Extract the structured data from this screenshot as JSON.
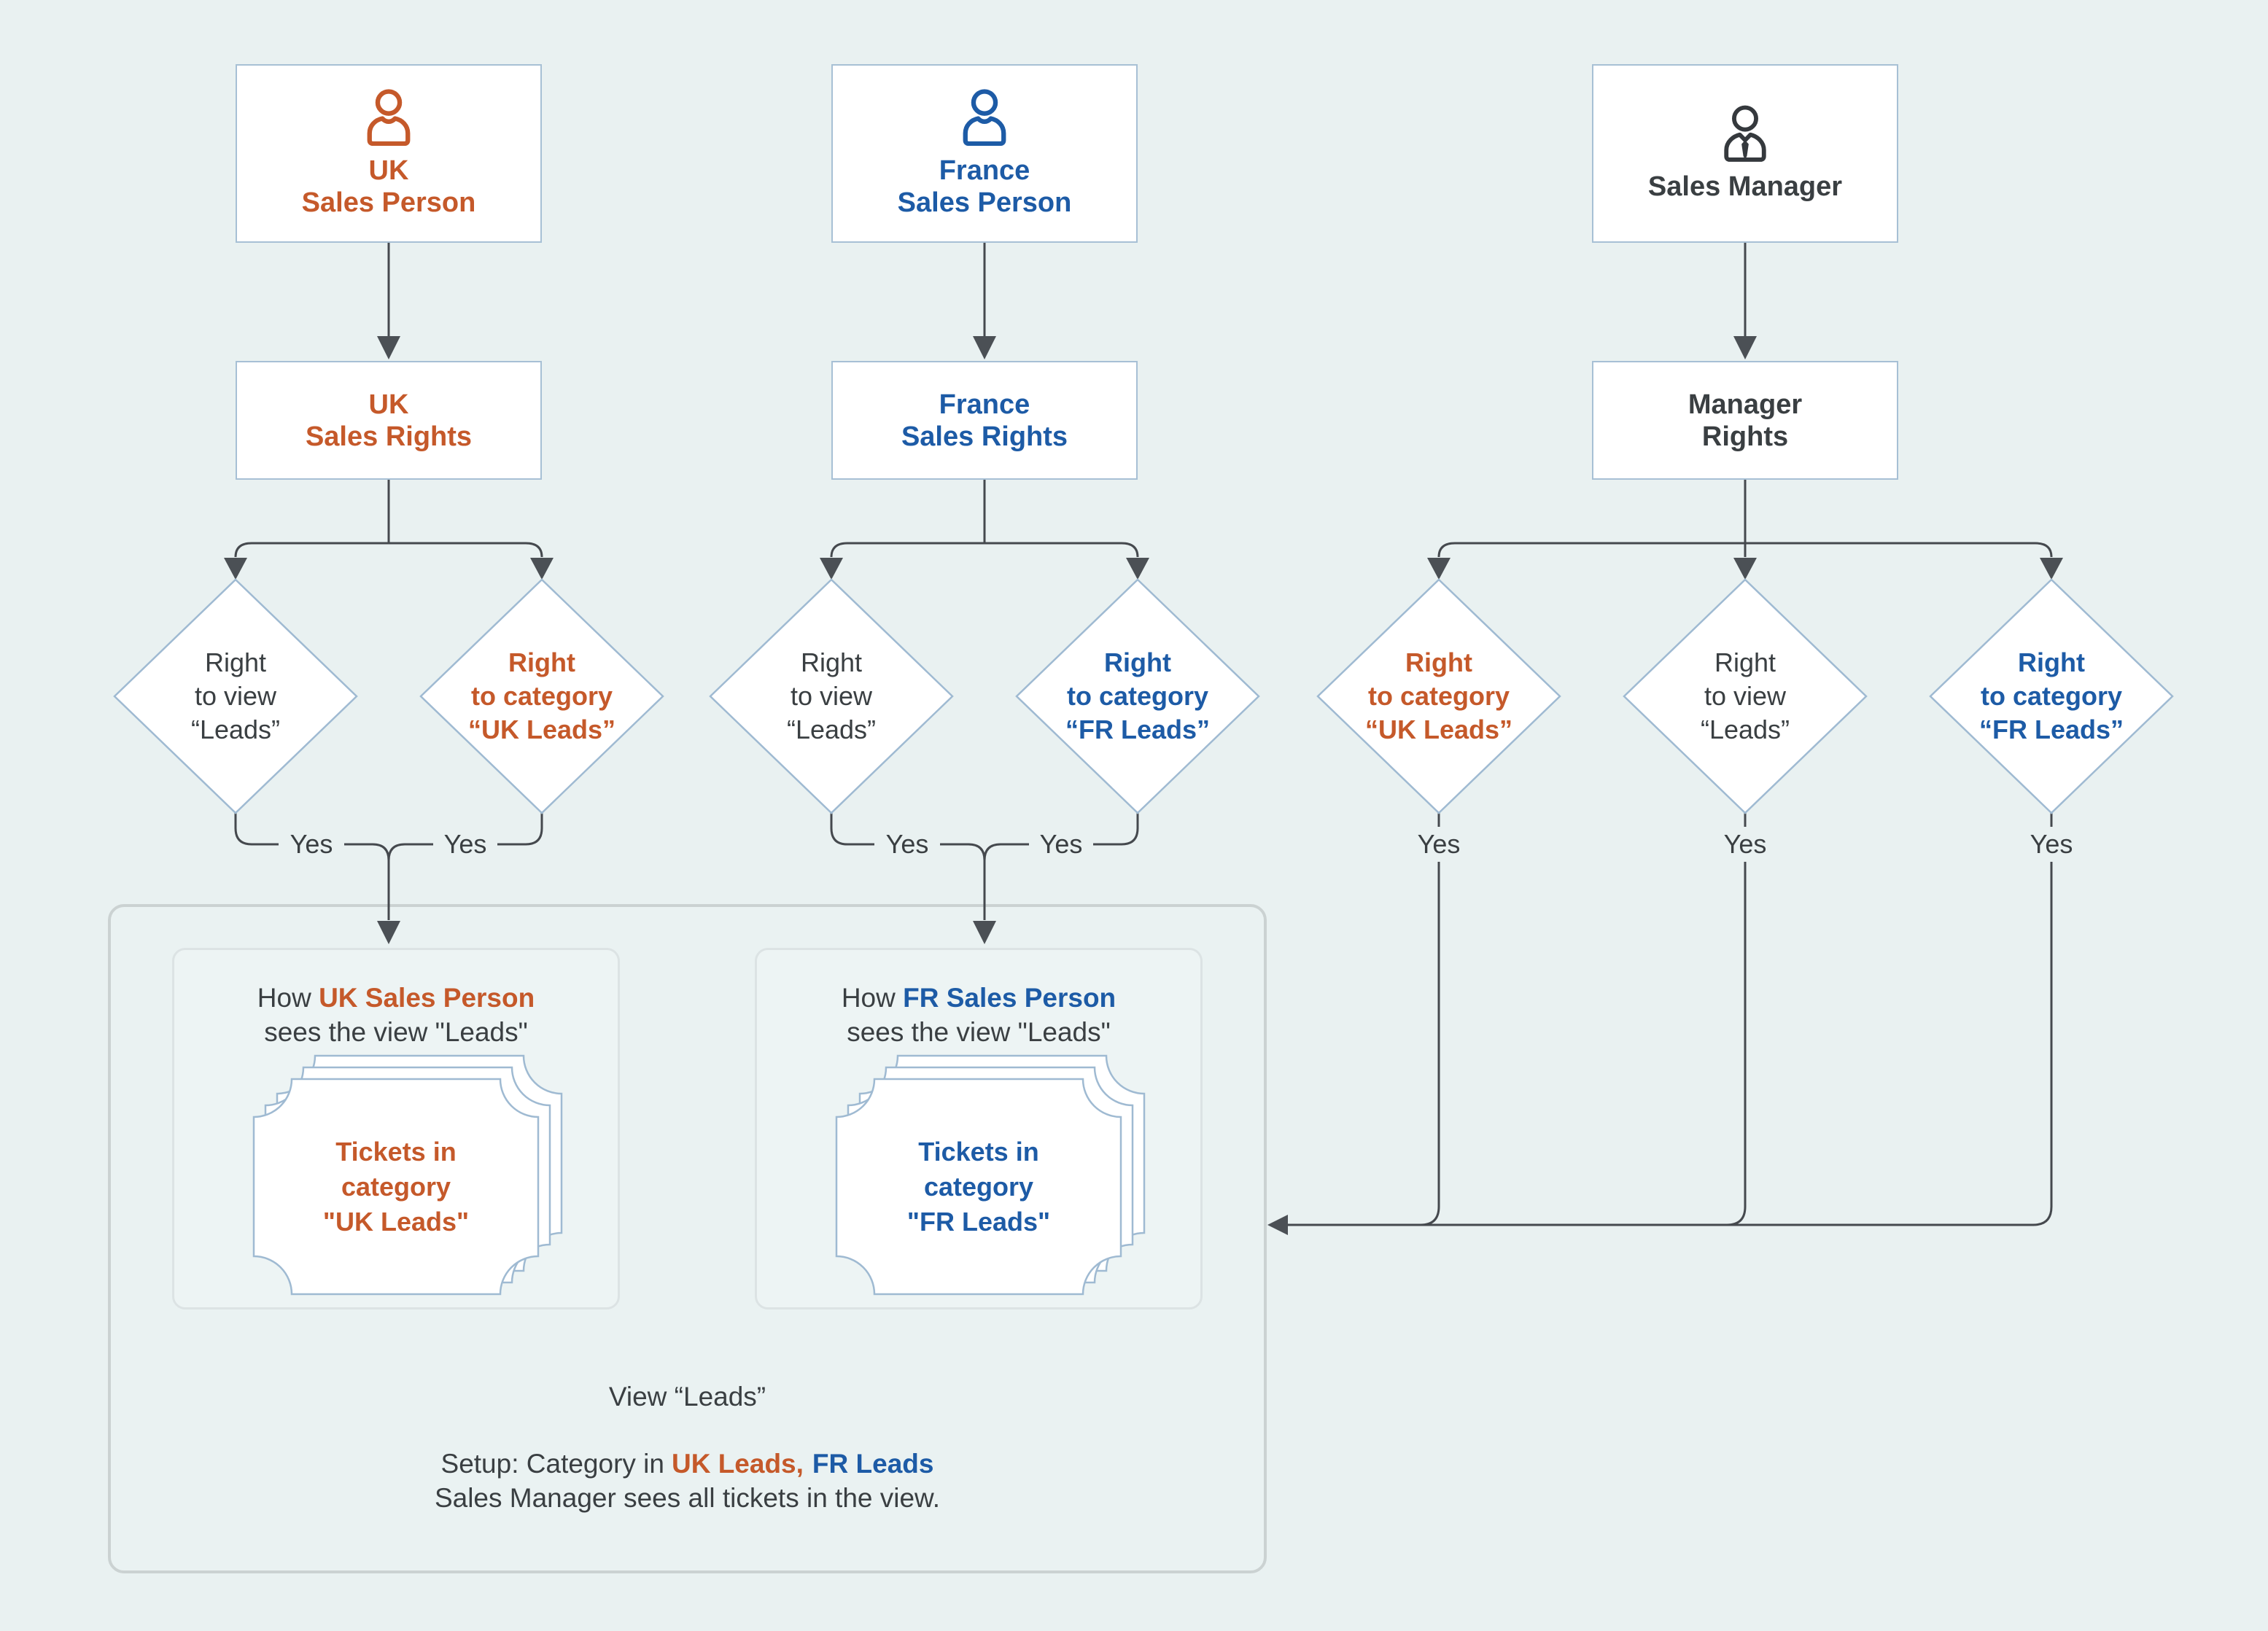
{
  "colors": {
    "background": "#e9f1f1",
    "orange": "#c5592a",
    "blue": "#1d5ba6",
    "text_dark": "#3a3f42",
    "line": "#45494e",
    "arrow": "#4b5055",
    "node_border": "#a7c0d5",
    "diamond_border": "#9fbad2",
    "container_border": "#cbd2d2",
    "panel_border": "#dce3e4"
  },
  "personas": [
    {
      "name_l1": "UK",
      "name_l2": "Sales Person",
      "rights_l1": "UK",
      "rights_l2": "Sales Rights"
    },
    {
      "name_l1": "France",
      "name_l2": "Sales Person",
      "rights_l1": "France",
      "rights_l2": "Sales Rights"
    },
    {
      "name_l1": "Sales Manager",
      "name_l2": "",
      "rights_l1": "Manager",
      "rights_l2": "Rights"
    }
  ],
  "diamonds": [
    {
      "l1": "Right",
      "l2": "to view",
      "l3": "“Leads”"
    },
    {
      "l1": "Right",
      "l2": "to category",
      "l3": "“UK Leads”"
    },
    {
      "l1": "Right",
      "l2": "to view",
      "l3": "“Leads”"
    },
    {
      "l1": "Right",
      "l2": "to category",
      "l3": "“FR Leads”"
    },
    {
      "l1": "Right",
      "l2": "to category",
      "l3": "“UK Leads”"
    },
    {
      "l1": "Right",
      "l2": "to view",
      "l3": "“Leads”"
    },
    {
      "l1": "Right",
      "l2": "to category",
      "l3": "“FR Leads”"
    }
  ],
  "labels": {
    "yes": "Yes"
  },
  "panels": {
    "uk": {
      "prefix": "How ",
      "person": "UK Sales Person",
      "line2": "sees the view \"Leads\"",
      "ticket_l1": "Tickets in",
      "ticket_l2": "category",
      "ticket_l3": "\"UK Leads\""
    },
    "fr": {
      "prefix": "How ",
      "person": "FR Sales Person",
      "line2": "sees the view \"Leads\"",
      "ticket_l1": "Tickets in",
      "ticket_l2": "category",
      "ticket_l3": "\"FR Leads\""
    }
  },
  "footer": {
    "view": "View “Leads”",
    "setup_prefix": "Setup: Category in",
    "setup_uk": "UK Leads,",
    "setup_fr": "FR Leads",
    "note": "Sales Manager sees all tickets in the view."
  }
}
